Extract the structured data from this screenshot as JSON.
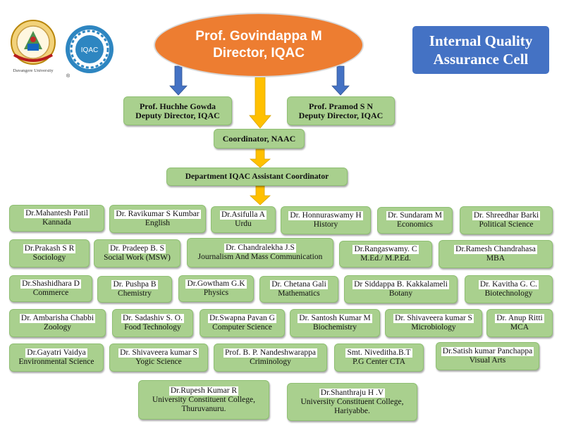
{
  "logos": {
    "university_text": "Davangere University",
    "iqac_text": "IQAC",
    "reg_mark": "®"
  },
  "title": {
    "line1": "Internal Quality",
    "line2": "Assurance Cell"
  },
  "director": {
    "name": "Prof. Govindappa M",
    "role": "Director, IQAC"
  },
  "deputies": [
    {
      "name": "Prof. Huchhe Gowda",
      "role": "Deputy Director, IQAC"
    },
    {
      "name": "Prof. Pramod S N",
      "role": "Deputy Director, IQAC"
    }
  ],
  "coordinator": "Coordinator, NAAC",
  "dept_coordinator": "Department IQAC Assistant Coordinator",
  "colors": {
    "director": "#ed7d31",
    "title_box": "#4472c4",
    "box_fill": "#a9d08e",
    "blue_arrow": "#4472c4",
    "gold_arrow": "#ffc000"
  },
  "departments": [
    {
      "name": "Dr.Mahantesh Patil",
      "dept": "Kannada"
    },
    {
      "name": "Dr. Ravikumar S Kumbar",
      "dept": "English"
    },
    {
      "name": "Dr.Asifulla A",
      "dept": "Urdu"
    },
    {
      "name": "Dr. Honnuraswamy H",
      "dept": "History"
    },
    {
      "name": "Dr. Sundaram M",
      "dept": "Economics"
    },
    {
      "name": "Dr. Shreedhar Barki",
      "dept": "Political Science"
    },
    {
      "name": "Dr.Prakash S R",
      "dept": "Sociology"
    },
    {
      "name": "Dr. Pradeep B. S",
      "dept": "Social Work (MSW)"
    },
    {
      "name": "Dr. Chandralekha J.S",
      "dept": "Journalism And Mass Communication"
    },
    {
      "name": "Dr.Rangaswamy. C",
      "dept": "M.Ed./ M.P.Ed."
    },
    {
      "name": "Dr.Ramesh Chandrahasa",
      "dept": "MBA"
    },
    {
      "name": "Dr.Shashidhara D",
      "dept": "Commerce"
    },
    {
      "name": "Dr. Pushpa B",
      "dept": "Chemistry"
    },
    {
      "name": "Dr.Gowtham G.K",
      "dept": "Physics"
    },
    {
      "name": "Dr. Chetana Gali",
      "dept": "Mathematics"
    },
    {
      "name": "Dr Siddappa B. Kakkalameli",
      "dept": "Botany"
    },
    {
      "name": "Dr. Kavitha G. C.",
      "dept": "Biotechnology"
    },
    {
      "name": "Dr. Ambarisha Chabbi",
      "dept": "Zoology"
    },
    {
      "name": "Dr. Sadashiv S. O.",
      "dept": "Food Technology"
    },
    {
      "name": "Dr.Swapna Pavan G",
      "dept": "Computer Science"
    },
    {
      "name": "Dr. Santosh Kumar M",
      "dept": "Biochemistry"
    },
    {
      "name": "Dr. Shivaveera kumar S",
      "dept": "Microbiology"
    },
    {
      "name": "Dr. Anup Ritti",
      "dept": "MCA"
    },
    {
      "name": "Dr.Gayatri Vaidya",
      "dept": "Environmental Science"
    },
    {
      "name": "Dr. Shivaveera kumar S",
      "dept": "Yogic Science"
    },
    {
      "name": "Prof. B. P. Nandeshwarappa",
      "dept": "Criminology"
    },
    {
      "name": "Smt. Niveditha.B.T",
      "dept": "P.G Center CTA"
    },
    {
      "name": "Dr.Satish kumar Panchappa",
      "dept": "Visual Arts"
    }
  ],
  "colleges": [
    {
      "name": "Dr.Rupesh Kumar R",
      "line1": "University Constituent College,",
      "line2": "Thuruvanuru."
    },
    {
      "name": "Dr.Shanthraju H .V",
      "line1": "University Constituent College,",
      "line2": "Hariyabbe."
    }
  ]
}
